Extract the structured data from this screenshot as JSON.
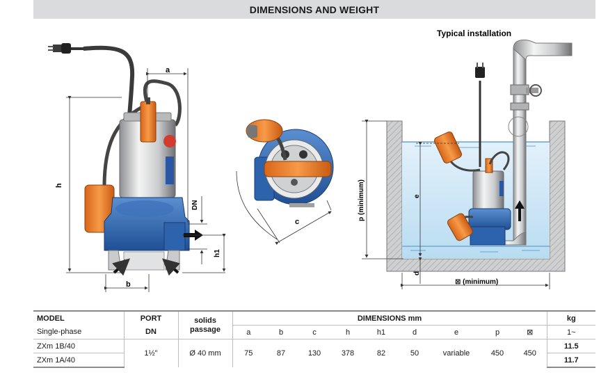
{
  "title": "DIMENSIONS AND WEIGHT",
  "figure": {
    "typical_installation": "Typical installation",
    "labels": {
      "a": "a",
      "b": "b",
      "c": "c",
      "h": "h",
      "dn": "DN",
      "h1": "h1",
      "d": "d",
      "e": "e",
      "p_min": "p (minimum)",
      "w_min": "⊠ (minimum)"
    }
  },
  "table": {
    "model_header": "MODEL",
    "model_sub": "Single-phase",
    "port_header": "PORT",
    "port_sub": "DN",
    "solids_header": "solids passage",
    "dims_header": "DIMENSIONS mm",
    "kg_header": "kg",
    "kg_sub": "1~",
    "dim_cols": [
      "a",
      "b",
      "c",
      "h",
      "h1",
      "d",
      "e",
      "p",
      "⊠"
    ],
    "models": [
      "ZXm 1B/40",
      "ZXm 1A/40"
    ],
    "port_value": "1½\"",
    "solids_value": "Ø 40 mm",
    "dim_values": [
      "75",
      "87",
      "130",
      "378",
      "82",
      "50",
      "variable",
      "450",
      "450"
    ],
    "weights": [
      "11.5",
      "11.7"
    ]
  }
}
